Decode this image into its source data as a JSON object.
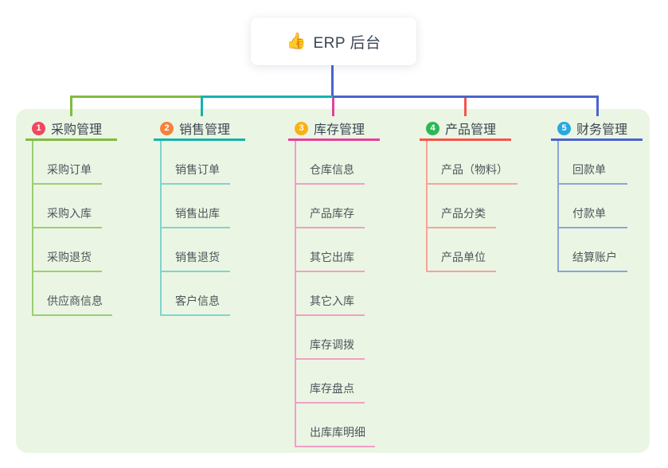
{
  "canvas": {
    "background": "#ffffff",
    "panel_bg": "#eaf6e3"
  },
  "root": {
    "icon": "👍",
    "label": "ERP 后台",
    "line_color": "#4c63cb"
  },
  "branches": [
    {
      "badge": "1",
      "title": "采购管理",
      "color": "#82bb41",
      "light_color": "#9ccd74",
      "badge_color": "#f0485f",
      "children": [
        "采购订单",
        "采购入库",
        "采购退货",
        "供应商信息"
      ]
    },
    {
      "badge": "2",
      "title": "销售管理",
      "color": "#16b3ac",
      "light_color": "#7fd4cf",
      "badge_color": "#f5823e",
      "children": [
        "销售订单",
        "销售出库",
        "销售退货",
        "客户信息"
      ]
    },
    {
      "badge": "3",
      "title": "库存管理",
      "color": "#e6409a",
      "light_color": "#f29ec6",
      "badge_color": "#f9b115",
      "children": [
        "仓库信息",
        "产品库存",
        "其它出库",
        "其它入库",
        "库存调拨",
        "库存盘点",
        "出库库明细"
      ]
    },
    {
      "badge": "4",
      "title": "产品管理",
      "color": "#f5544c",
      "light_color": "#f9a29b",
      "badge_color": "#2eb757",
      "children": [
        "产品（物料）",
        "产品分类",
        "产品单位"
      ]
    },
    {
      "badge": "5",
      "title": "财务管理",
      "color": "#4c63cb",
      "light_color": "#8ba4db",
      "badge_color": "#29a8e0",
      "children": [
        "回款单",
        "付款单",
        "结算账户"
      ]
    }
  ]
}
